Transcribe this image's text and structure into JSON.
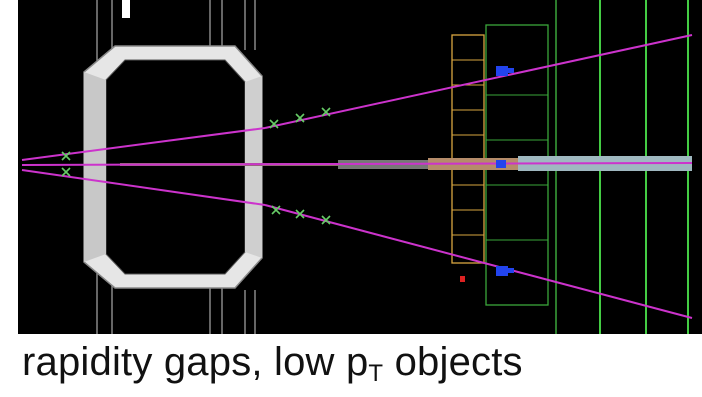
{
  "caption": {
    "prefix": "rapidity gaps, low p",
    "subscript": "T",
    "suffix": " objects"
  },
  "colors": {
    "background": "#000000",
    "track": "#cc33cc",
    "calorimeter": "#e6e6e6",
    "hit_marker": "#44cc44",
    "frame_lines": "#aaaaaa",
    "beam_pipe": "#9fb8c0",
    "scintillator": "#d9a640",
    "tracker_box": "#3aa63a",
    "hit_blue": "#2244ee",
    "hit_red": "#dd2222",
    "caption_text": "#111111"
  }
}
